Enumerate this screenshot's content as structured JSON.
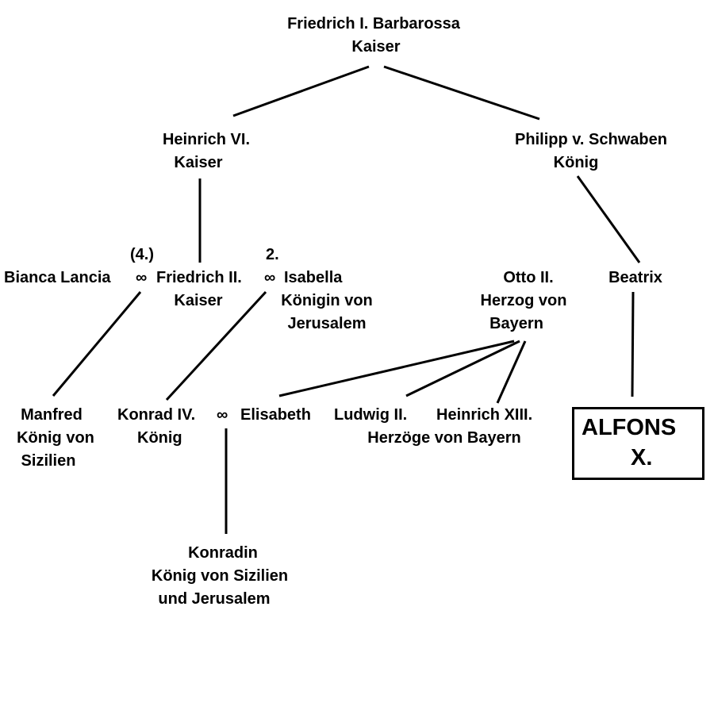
{
  "nodes": {
    "barbarossa": {
      "name": "Friedrich I. Barbarossa",
      "title": "Kaiser"
    },
    "heinrich6": {
      "name": "Heinrich VI.",
      "title": "Kaiser"
    },
    "philipp": {
      "name": "Philipp v. Schwaben",
      "title": "König"
    },
    "bianca": {
      "name": "Bianca Lancia",
      "marriage_no": "(4.)"
    },
    "friedrich2": {
      "name": "Friedrich II.",
      "title": "Kaiser"
    },
    "isabella": {
      "name": "Isabella",
      "marriage_no": "2.",
      "title_line1": "Königin von",
      "title_line2": "Jerusalem"
    },
    "otto": {
      "name": "Otto II.",
      "title_line1": "Herzog von",
      "title_line2": "Bayern"
    },
    "beatrix": {
      "name": "Beatrix"
    },
    "manfred": {
      "name": "Manfred",
      "title_line1": "König von",
      "title_line2": "Sizilien"
    },
    "konrad4": {
      "name": "Konrad IV.",
      "title": "König"
    },
    "elisabeth": {
      "name": "Elisabeth"
    },
    "ludwig2": {
      "name": "Ludwig II."
    },
    "heinrich13": {
      "name": "Heinrich XIII."
    },
    "herzoege": {
      "title": "Herzöge von Bayern"
    },
    "konradin": {
      "name": "Konradin",
      "title_line1": "König von Sizilien",
      "title_line2": "und Jerusalem"
    },
    "alfons": {
      "line1": "ALFONS",
      "line2": "X."
    }
  },
  "symbols": {
    "marriage": "∞"
  }
}
